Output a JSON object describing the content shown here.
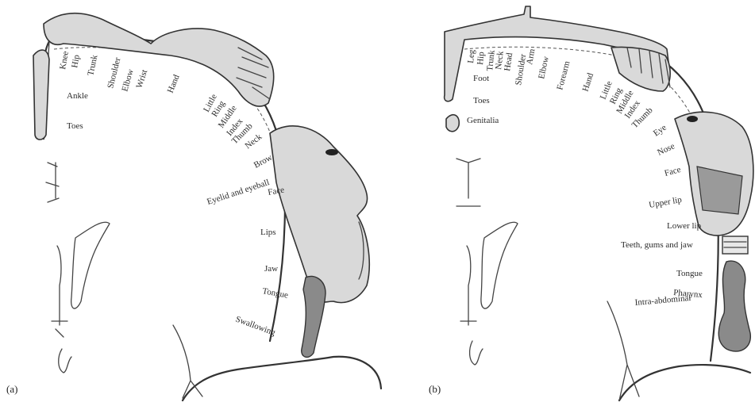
{
  "panel_a": {
    "letter": "(a)",
    "labels": [
      "Knee",
      "Hip",
      "Trunk",
      "Shoulder",
      "Elbow",
      "Wrist",
      "Hand",
      "Little",
      "Ring",
      "Middle",
      "Index",
      "Thumb",
      "Neck",
      "Brow",
      "Eyelid and eyeball",
      "Face",
      "Lips",
      "Jaw",
      "Tongue",
      "Swallowing",
      "Ankle",
      "Toes"
    ]
  },
  "panel_b": {
    "letter": "(b)",
    "labels": [
      "Leg",
      "Hip",
      "Trunk",
      "Neck",
      "Head",
      "Shoulder",
      "Arm",
      "Elbow",
      "Forearm",
      "Hand",
      "Little",
      "Ring",
      "Middle",
      "Index",
      "Thumb",
      "Eye",
      "Nose",
      "Face",
      "Upper lip",
      "Lower lip",
      "Teeth, gums and jaw",
      "Tongue",
      "Pharynx",
      "Intra-abdominal",
      "Foot",
      "Toes",
      "Genitalia"
    ]
  }
}
